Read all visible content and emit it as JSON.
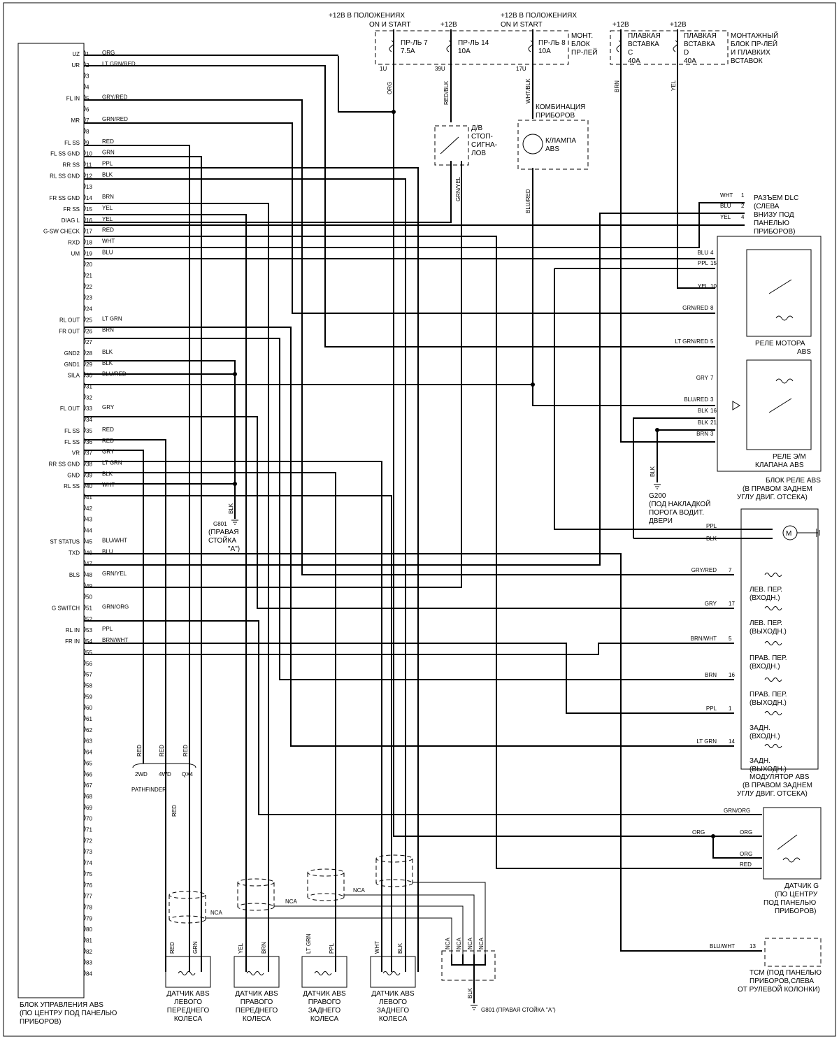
{
  "top": {
    "p1": "+12В В ПОЛОЖЕНИЯХ",
    "p1b": "ON И  START",
    "p2": "+12В",
    "p3": "+12В В ПОЛОЖЕНИЯХ",
    "p3b": "ON И  START",
    "p4": "+12В",
    "p5": "+12В",
    "fuse7": [
      "ПР-ЛЬ 7",
      "7.5А"
    ],
    "fuse14": [
      "ПР-ЛЬ 14",
      "10А"
    ],
    "fuse8": [
      "ПР-ЛЬ 8",
      "10А"
    ],
    "fuse_pins": [
      "1U",
      "39U",
      "17U"
    ],
    "relay_block": [
      "МОНТ.",
      "БЛОК",
      "ПР-ЛЕЙ"
    ],
    "fl_c": [
      "ПЛАВКАЯ",
      "ВСТАВКА",
      "С",
      "40А"
    ],
    "fl_d": [
      "ПЛАВКАЯ",
      "ВСТАВКА",
      "D",
      "40А"
    ],
    "mount_block": [
      "МОНТАЖНЫЙ",
      "БЛОК ПР-ЛЕЙ",
      "И ПЛАВКИХ",
      "ВСТАВОК"
    ]
  },
  "ecu": {
    "label": [
      "БЛОК УПРАВЛЕНИЯ ABS",
      "(ПО ЦЕНТРУ ПОД ПАНЕЛЬЮ",
      "ПРИБОРОВ)"
    ],
    "pins": [
      {
        "n": "1",
        "name": "UZ",
        "wire": "ORG"
      },
      {
        "n": "2",
        "name": "UR",
        "wire": "LT GRN/RED"
      },
      {
        "n": "3",
        "name": "",
        "wire": ""
      },
      {
        "n": "4",
        "name": "",
        "wire": ""
      },
      {
        "n": "5",
        "name": "FL IN",
        "wire": "GRY/RED"
      },
      {
        "n": "6",
        "name": "",
        "wire": ""
      },
      {
        "n": "7",
        "name": "MR",
        "wire": "GRN/RED"
      },
      {
        "n": "8",
        "name": "",
        "wire": ""
      },
      {
        "n": "9",
        "name": "FL SS",
        "wire": "RED"
      },
      {
        "n": "10",
        "name": "FL SS GND",
        "wire": "GRN"
      },
      {
        "n": "11",
        "name": "RR SS",
        "wire": "PPL"
      },
      {
        "n": "12",
        "name": "RL SS GND",
        "wire": "BLK"
      },
      {
        "n": "13",
        "name": "",
        "wire": ""
      },
      {
        "n": "14",
        "name": "FR SS GND",
        "wire": "BRN"
      },
      {
        "n": "15",
        "name": "FR SS",
        "wire": "YEL"
      },
      {
        "n": "16",
        "name": "DIAG L",
        "wire": "YEL"
      },
      {
        "n": "17",
        "name": "G-SW CHECK",
        "wire": "RED"
      },
      {
        "n": "18",
        "name": "RXD",
        "wire": "WHT"
      },
      {
        "n": "19",
        "name": "UM",
        "wire": "BLU"
      },
      {
        "n": "20",
        "name": "",
        "wire": ""
      },
      {
        "n": "21",
        "name": "",
        "wire": ""
      },
      {
        "n": "22",
        "name": "",
        "wire": ""
      },
      {
        "n": "23",
        "name": "",
        "wire": ""
      },
      {
        "n": "24",
        "name": "",
        "wire": ""
      },
      {
        "n": "25",
        "name": "RL OUT",
        "wire": "LT GRN"
      },
      {
        "n": "26",
        "name": "FR OUT",
        "wire": "BRN"
      },
      {
        "n": "27",
        "name": "",
        "wire": ""
      },
      {
        "n": "28",
        "name": "GND2",
        "wire": "BLK"
      },
      {
        "n": "29",
        "name": "GND1",
        "wire": "BLK"
      },
      {
        "n": "30",
        "name": "SILA",
        "wire": "BLU/RED"
      },
      {
        "n": "31",
        "name": "",
        "wire": ""
      },
      {
        "n": "32",
        "name": "",
        "wire": ""
      },
      {
        "n": "33",
        "name": "FL OUT",
        "wire": "GRY"
      },
      {
        "n": "34",
        "name": "",
        "wire": ""
      },
      {
        "n": "35",
        "name": "FL SS",
        "wire": "RED"
      },
      {
        "n": "36",
        "name": "FL SS",
        "wire": "RED"
      },
      {
        "n": "37",
        "name": "VR",
        "wire": "GRY"
      },
      {
        "n": "38",
        "name": "RR SS GND",
        "wire": "LT GRN"
      },
      {
        "n": "39",
        "name": "GND",
        "wire": "BLK"
      },
      {
        "n": "40",
        "name": "RL SS",
        "wire": "WHT"
      },
      {
        "n": "41",
        "name": "",
        "wire": ""
      },
      {
        "n": "42",
        "name": "",
        "wire": ""
      },
      {
        "n": "43",
        "name": "",
        "wire": ""
      },
      {
        "n": "44",
        "name": "",
        "wire": ""
      },
      {
        "n": "45",
        "name": "ST STATUS",
        "wire": "BLU/WHT"
      },
      {
        "n": "46",
        "name": "TXD",
        "wire": "BLU"
      },
      {
        "n": "47",
        "name": "",
        "wire": ""
      },
      {
        "n": "48",
        "name": "BLS",
        "wire": "GRN/YEL"
      },
      {
        "n": "49",
        "name": "",
        "wire": ""
      },
      {
        "n": "50",
        "name": "",
        "wire": ""
      },
      {
        "n": "51",
        "name": "G SWITCH",
        "wire": "GRN/ORG"
      },
      {
        "n": "52",
        "name": "",
        "wire": ""
      },
      {
        "n": "53",
        "name": "RL IN",
        "wire": "PPL"
      },
      {
        "n": "54",
        "name": "FR IN",
        "wire": "BRN/WHT"
      },
      {
        "n": "55",
        "name": "",
        "wire": ""
      },
      {
        "n": "56",
        "name": "",
        "wire": ""
      },
      {
        "n": "57",
        "name": "",
        "wire": ""
      },
      {
        "n": "58",
        "name": "",
        "wire": ""
      },
      {
        "n": "59",
        "name": "",
        "wire": ""
      },
      {
        "n": "60",
        "name": "",
        "wire": ""
      },
      {
        "n": "61",
        "name": "",
        "wire": ""
      },
      {
        "n": "62",
        "name": "",
        "wire": ""
      },
      {
        "n": "63",
        "name": "",
        "wire": ""
      },
      {
        "n": "64",
        "name": "",
        "wire": ""
      },
      {
        "n": "65",
        "name": "",
        "wire": ""
      },
      {
        "n": "66",
        "name": "",
        "wire": ""
      },
      {
        "n": "67",
        "name": "",
        "wire": ""
      },
      {
        "n": "68",
        "name": "",
        "wire": ""
      },
      {
        "n": "69",
        "name": "",
        "wire": ""
      },
      {
        "n": "70",
        "name": "",
        "wire": ""
      },
      {
        "n": "71",
        "name": "",
        "wire": ""
      },
      {
        "n": "72",
        "name": "",
        "wire": ""
      },
      {
        "n": "73",
        "name": "",
        "wire": ""
      },
      {
        "n": "74",
        "name": "",
        "wire": ""
      },
      {
        "n": "75",
        "name": "",
        "wire": ""
      },
      {
        "n": "76",
        "name": "",
        "wire": ""
      },
      {
        "n": "77",
        "name": "",
        "wire": ""
      },
      {
        "n": "78",
        "name": "",
        "wire": ""
      },
      {
        "n": "79",
        "name": "",
        "wire": ""
      },
      {
        "n": "80",
        "name": "",
        "wire": ""
      },
      {
        "n": "81",
        "name": "",
        "wire": ""
      },
      {
        "n": "82",
        "name": "",
        "wire": ""
      },
      {
        "n": "83",
        "name": "",
        "wire": ""
      },
      {
        "n": "84",
        "name": "",
        "wire": ""
      }
    ]
  },
  "components": {
    "stop_switch": [
      "Д/В",
      "СТОП-",
      "СИГНА-",
      "ЛОВ"
    ],
    "stop_wires": [
      "RED/BLK",
      "GRN/YEL"
    ],
    "cluster": [
      "КОМБИНАЦИЯ",
      "ПРИБОРОВ"
    ],
    "lamp": [
      "К/ЛАМПА",
      "ABS"
    ],
    "cluster_wires": [
      "WHT/BLK",
      "BLU/RED"
    ],
    "dlc": [
      "РАЗЪЕМ DLC",
      "(СЛЕВА",
      "ВНИЗУ ПОД",
      "ПАНЕЛЬЮ",
      "ПРИБОРОВ)"
    ],
    "dlc_pins": [
      {
        "w": "WHT",
        "n": "1"
      },
      {
        "w": "BLU",
        "n": "2"
      },
      {
        "w": "YEL",
        "n": "4"
      }
    ],
    "relay_pins": [
      {
        "w": "BLU",
        "n": "4"
      },
      {
        "w": "PPL",
        "n": "15"
      },
      {
        "w": "YEL",
        "n": "10"
      },
      {
        "w": "GRN/RED",
        "n": "8"
      },
      {
        "w": "LT GRN/RED",
        "n": "5"
      },
      {
        "w": "GRY",
        "n": "7"
      },
      {
        "w": "BLU/RED",
        "n": "3"
      },
      {
        "w": "BLK",
        "n": "16"
      },
      {
        "w": "BLK",
        "n": "21"
      },
      {
        "w": "BRN",
        "n": "3"
      }
    ],
    "motor_relay": [
      "РЕЛЕ МОТОРА",
      "ABS"
    ],
    "valve_relay": [
      "РЕЛЕ Э/М",
      "КЛАПАНА ABS"
    ],
    "relay_block": [
      "БЛОК РЕЛЕ ABS",
      "(В ПРАВОМ ЗАДНЕМ",
      "УГЛУ ДВИГ. ОТСЕКА)"
    ],
    "g200": [
      "G200",
      "(ПОД НАКЛАДКОЙ",
      "ПОРОГА ВОДИТ.",
      "ДВЕРИ"
    ],
    "g200_wire": "BLK",
    "g801": [
      "G801",
      "(ПРАВАЯ",
      "СТОЙКА",
      "\"А\")"
    ],
    "g801_wire": "BLK",
    "fuse_wires": [
      "ORG",
      "BRN",
      "YEL"
    ],
    "motor": "M",
    "motor_wires": [
      "PPL",
      "BLK"
    ],
    "mod_pins": [
      {
        "w": "GRY/RED",
        "n": "7"
      },
      {
        "w": "GRY",
        "n": "17"
      },
      {
        "w": "BRN/WHT",
        "n": "5"
      },
      {
        "w": "BRN",
        "n": "16"
      },
      {
        "w": "PPL",
        "n": "1"
      },
      {
        "w": "LT GRN",
        "n": "14"
      }
    ],
    "valves": [
      [
        "ЛЕВ. ПЕР.",
        "(ВХОДН.)"
      ],
      [
        "ЛЕВ. ПЕР.",
        "(ВЫХОДН.)"
      ],
      [
        "ПРАВ. ПЕР.",
        "(ВХОДН.)"
      ],
      [
        "ПРАВ. ПЕР.",
        "(ВЫХОДН.)"
      ],
      [
        "ЗАДН.",
        "(ВХОДН.)"
      ],
      [
        "ЗАДН.",
        "(ВЫХОДН.)"
      ]
    ],
    "modulator": [
      "МОДУЛЯТОР ABS",
      "(В ПРАВОМ ЗАДНЕМ",
      "УГЛУ ДВИГ. ОТСЕКА)"
    ],
    "gsensor_wires": [
      "GRN/ORG",
      "ORG",
      "ORG",
      "ORG",
      "RED"
    ],
    "gsensor": [
      "ДАТЧИК G",
      "(ПО ЦЕНТРУ",
      "ПОД ПАНЕЛЬЮ",
      "ПРИБОРОВ)"
    ],
    "tcm_wire": {
      "w": "BLU/WHT",
      "n": "13"
    },
    "tcm": [
      "ТСМ (ПОД ПАНЕЛЬЮ",
      "ПРИБОРОВ,СЛЕВА",
      "ОТ РУЛЕВОЙ КОЛОНКИ)"
    ],
    "pathfinder": {
      "opts": [
        "2WD",
        "4WD",
        "QX4"
      ],
      "label": "PATHFINDER",
      "wires": [
        "RED",
        "RED",
        "RED",
        "RED"
      ]
    },
    "nca": "NCA",
    "sensors": [
      {
        "wires": [
          "RED",
          "GRN"
        ],
        "label": [
          "ДАТЧИК ABS",
          "ЛЕВОГО",
          "ПЕРЕДНЕГО",
          "КОЛЕСА"
        ]
      },
      {
        "wires": [
          "YEL",
          "BRN"
        ],
        "label": [
          "ДАТЧИК ABS",
          "ПРАВОГО",
          "ПЕРЕДНЕГО",
          "КОЛЕСА"
        ]
      },
      {
        "wires": [
          "LT GRN",
          "PPL"
        ],
        "label": [
          "ДАТЧИК ABS",
          "ПРАВОГО",
          "ЗАДНЕГО",
          "КОЛЕСА"
        ]
      },
      {
        "wires": [
          "WHT",
          "BLK"
        ],
        "label": [
          "ДАТЧИК ABS",
          "ЛЕВОГО",
          "ЗАДНЕГО",
          "КОЛЕСА"
        ]
      }
    ],
    "gnd_bottom_wires": [
      "NCA",
      "NCA",
      "NCA",
      "NCA",
      "BLK"
    ],
    "gnd_bottom": "G801 (ПРАВАЯ СТОЙКА \"А\")"
  }
}
